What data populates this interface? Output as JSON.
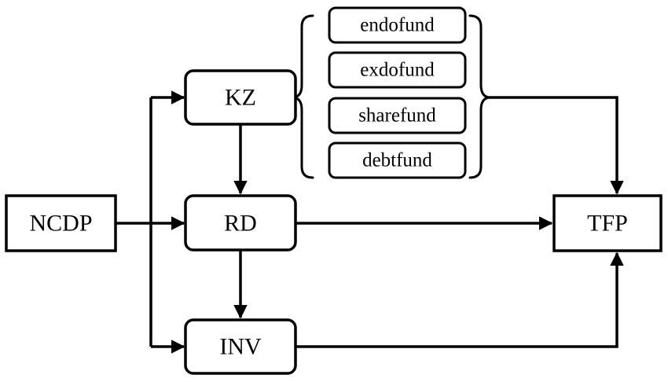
{
  "nodes": {
    "ncdp": "NCDP",
    "kz": "KZ",
    "rd": "RD",
    "inv": "INV",
    "tfp": "TFP"
  },
  "kz_components": [
    "endofund",
    "exdofund",
    "sharefund",
    "debtfund"
  ],
  "edges": [
    {
      "from": "NCDP",
      "to": "KZ"
    },
    {
      "from": "NCDP",
      "to": "RD"
    },
    {
      "from": "NCDP",
      "to": "INV"
    },
    {
      "from": "KZ",
      "to": "RD"
    },
    {
      "from": "RD",
      "to": "INV"
    },
    {
      "from": "KZ",
      "to": "TFP"
    },
    {
      "from": "RD",
      "to": "TFP"
    },
    {
      "from": "INV",
      "to": "TFP"
    }
  ]
}
